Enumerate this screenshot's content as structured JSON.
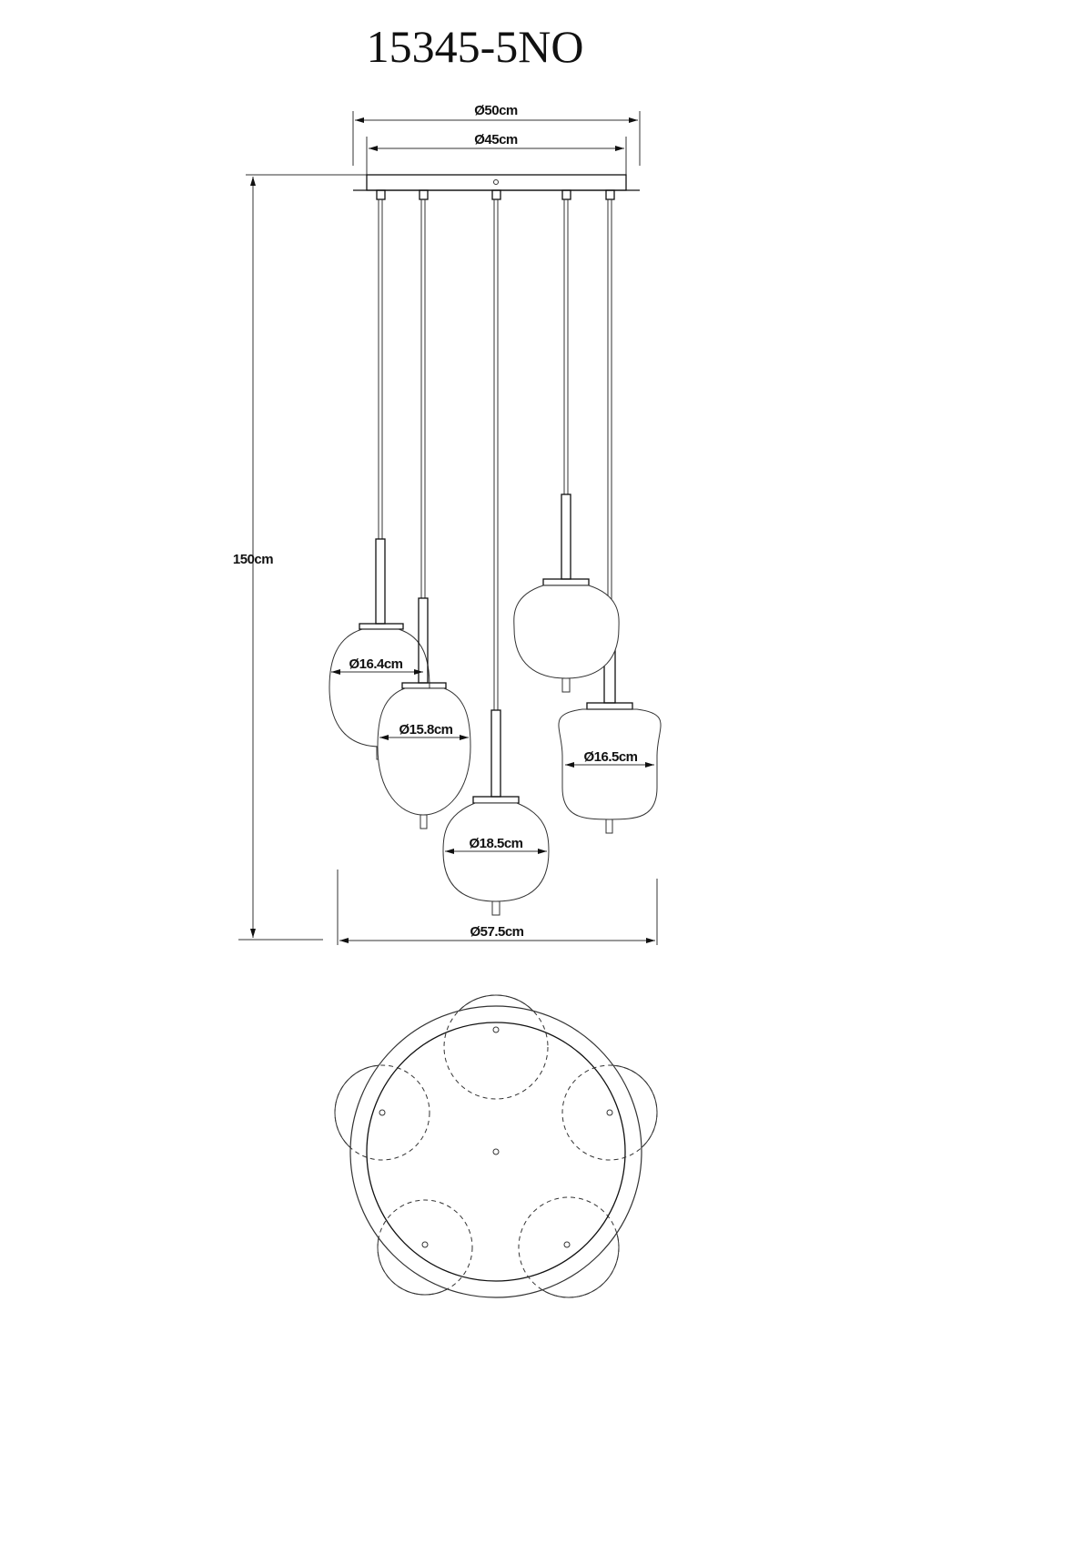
{
  "title": "15345-5NO",
  "dimensions": {
    "canopy_outer": "Ø50cm",
    "canopy_inner": "Ø45cm",
    "height": "150cm",
    "total_width": "Ø57.5cm",
    "shade_1": "Ø16.4cm",
    "shade_2": "Ø15.8cm",
    "shade_3": "Ø18.5cm",
    "shade_4": "Ø16.5cm"
  }
}
